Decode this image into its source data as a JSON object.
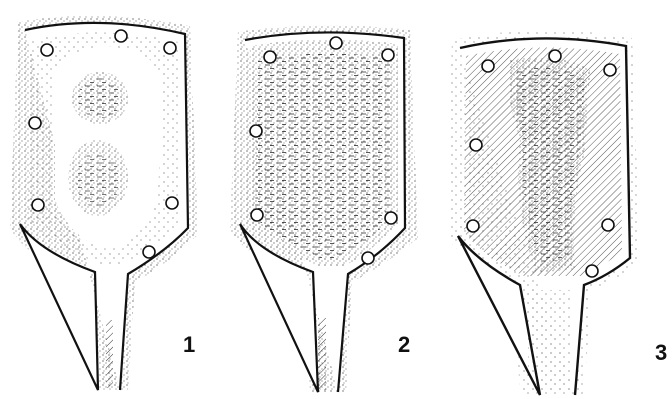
{
  "figure": {
    "panels": [
      {
        "id": "1",
        "label": "1",
        "fill_pattern": "stippled-border-with-central-clusters"
      },
      {
        "id": "2",
        "label": "2",
        "fill_pattern": "dense-stippled-network"
      },
      {
        "id": "3",
        "label": "3",
        "fill_pattern": "hatched-with-central-stipple"
      }
    ],
    "colors": {
      "ink": "#111111",
      "stipple": "#2a2a2a",
      "background": "#ffffff"
    }
  }
}
